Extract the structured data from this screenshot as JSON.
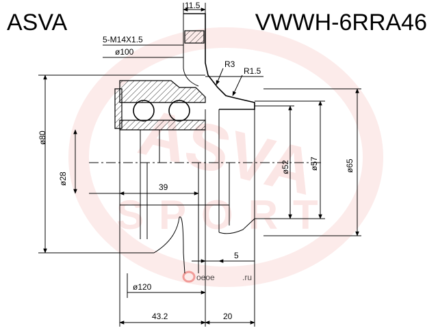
{
  "header": {
    "brand": "ASVA",
    "part_number": "VWWH-6RRA46"
  },
  "watermark": {
    "brand_text": "ASVA",
    "sport_text": "SPORT",
    "site_text": "oeoe",
    "site_suffix": ".ru",
    "color": "#e53935"
  },
  "drawing": {
    "thread_label": "5-M14X1.5",
    "pcd_label": "ø100",
    "top_width_label": "11.5",
    "r3_label": "R3",
    "r15_label": "R1.5",
    "dia80_label": "ø80",
    "dia28_label": "ø28",
    "width39_label": "39",
    "dia52_label": "ø52",
    "dia57_label": "ø57",
    "dia65_label": "ø65",
    "offset5_label": "5",
    "dia120_label": "ø120",
    "len432_label": "43.2",
    "len20_label": "20"
  }
}
